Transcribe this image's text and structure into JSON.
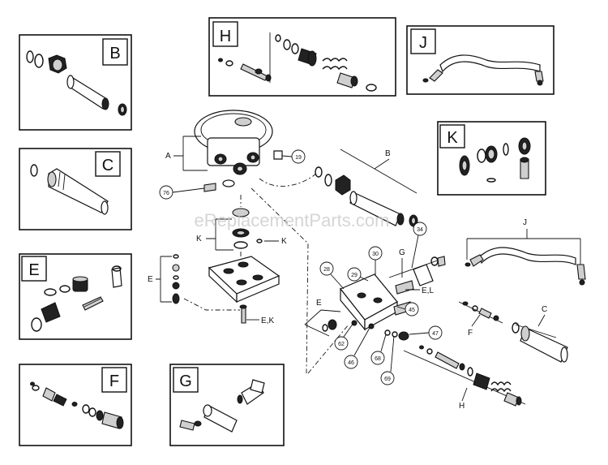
{
  "watermark": "eReplacementParts.com",
  "inset_labels": {
    "B": "B",
    "C": "C",
    "E": "E",
    "F": "F",
    "G": "G",
    "H": "H",
    "J": "J",
    "K": "K"
  },
  "main_labels": {
    "A": "A",
    "B": "B",
    "C": "C",
    "E": "E",
    "F": "F",
    "G": "G",
    "H": "H",
    "J": "J",
    "K_left": "K",
    "K_right": "K",
    "EK": "E,K",
    "EL": "E,L"
  },
  "callouts": {
    "c19": "19",
    "c76": "76",
    "c34": "34",
    "c30": "30",
    "c29": "29",
    "c28": "28",
    "c45": "45",
    "c47": "47",
    "c62": "62",
    "c46": "46",
    "c68": "68",
    "c69": "69"
  }
}
